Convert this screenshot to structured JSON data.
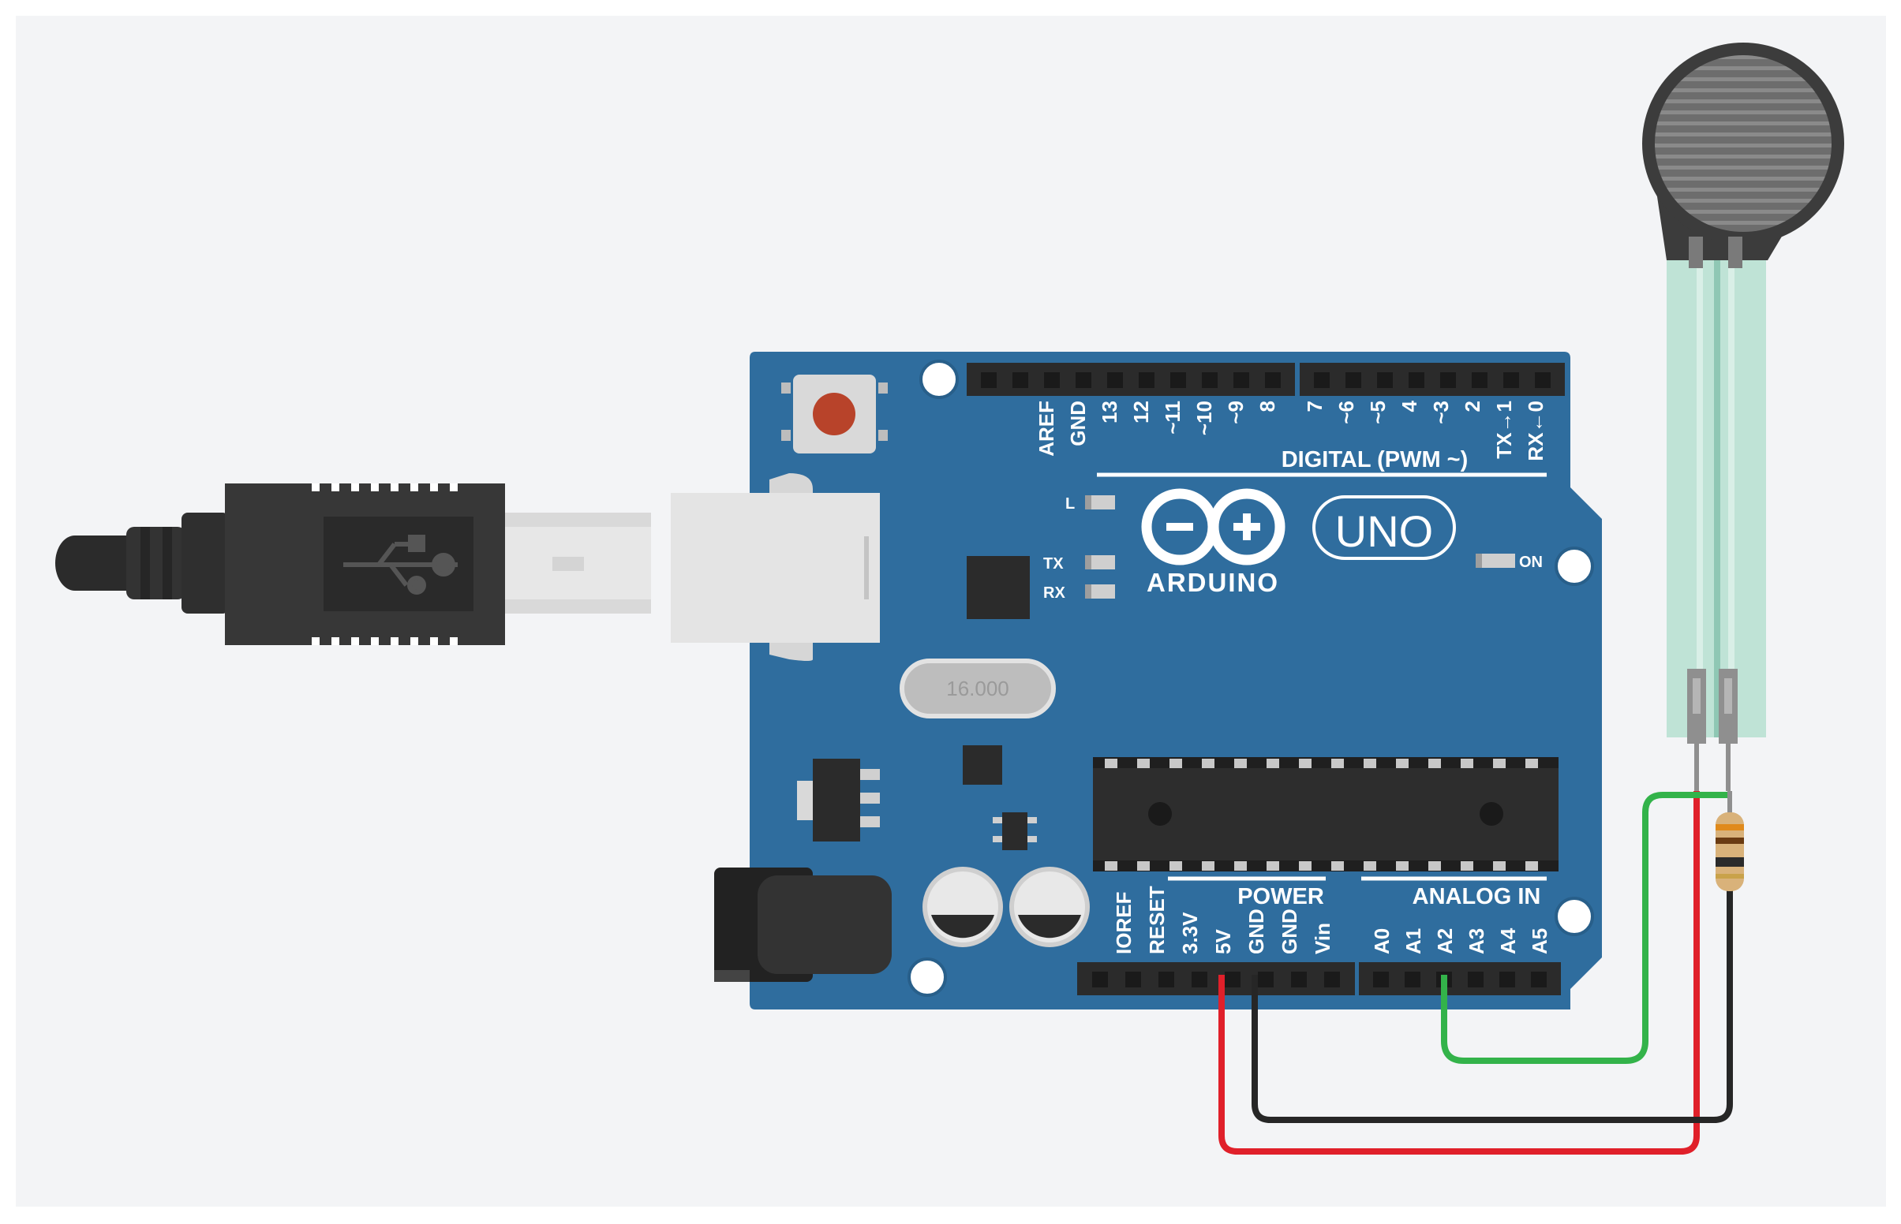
{
  "board": {
    "brand": "ARDUINO",
    "model": "UNO",
    "crystal_marking": "16.000",
    "led_labels": {
      "l": "L",
      "tx": "TX",
      "rx": "RX",
      "on": "ON"
    },
    "digital_header_title": "DIGITAL (PWM ~)",
    "digital_pins": [
      "AREF",
      "GND",
      "13",
      "12",
      "~11",
      "~10",
      "~9",
      "8",
      "7",
      "~6",
      "~5",
      "4",
      "~3",
      "2",
      "TX→1",
      "RX←0"
    ],
    "power_header_title": "POWER",
    "power_pins": [
      "IOREF",
      "RESET",
      "3.3V",
      "5V",
      "GND",
      "GND",
      "Vin"
    ],
    "analog_header_title": "ANALOG IN",
    "analog_pins": [
      "A0",
      "A1",
      "A2",
      "A3",
      "A4",
      "A5"
    ]
  },
  "colors": {
    "background": "#f3f4f6",
    "board": "#2f6d9e",
    "header": "#2b2b2b",
    "wire_red": "#e0202a",
    "wire_black": "#262626",
    "wire_green": "#33b34a",
    "sensor_strip": "#bfe3d6",
    "sensor_disc": "#3c3c3c",
    "reset_button": "#b8432a"
  },
  "components": {
    "cable": "usb-b-cable",
    "sensor": "force-sensitive-resistor",
    "resistor": "resistor"
  },
  "wires": [
    {
      "color": "red",
      "from": "5V",
      "to": "force-sensor-lead-1"
    },
    {
      "color": "black",
      "from": "GND",
      "to": "resistor-lead"
    },
    {
      "color": "green",
      "from": "A2",
      "to": "force-sensor-lead-2"
    }
  ]
}
